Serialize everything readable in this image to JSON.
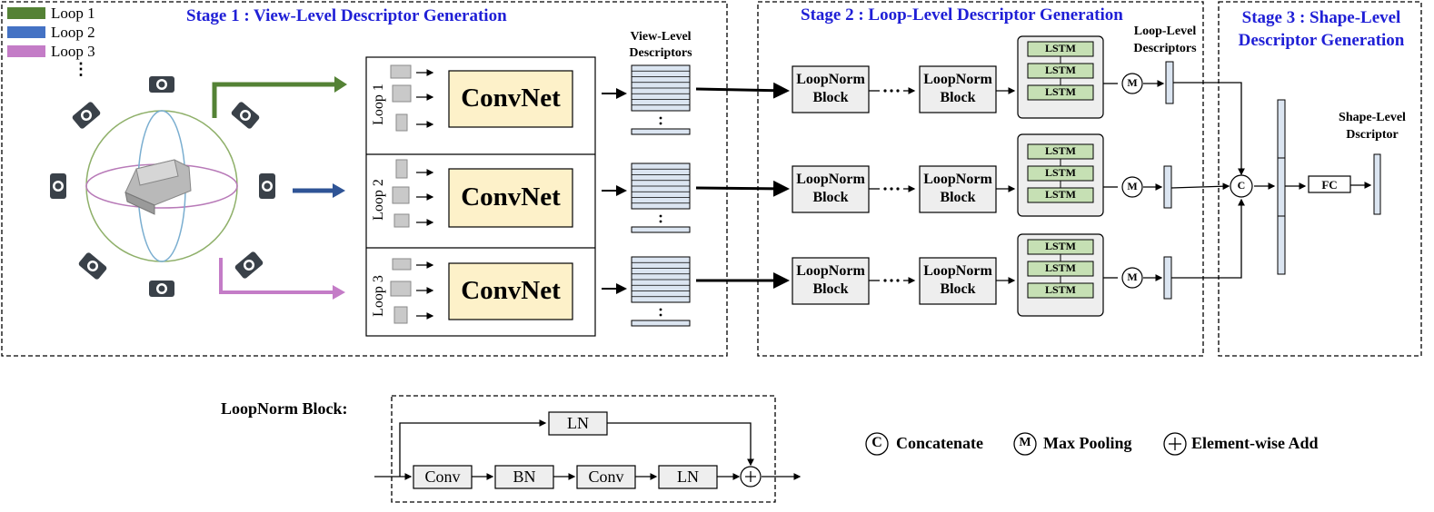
{
  "legend": [
    {
      "label": "Loop 1",
      "color": "#548235"
    },
    {
      "label": "Loop 2",
      "color": "#4472c4"
    },
    {
      "label": "Loop 3",
      "color": "#c47cc7"
    }
  ],
  "legend_dots": "⋮",
  "stages": {
    "stage1": "Stage 1 : View-Level Descriptor Generation",
    "stage2": "Stage 2 : Loop-Level Descriptor Generation",
    "stage3_line1": "Stage 3 : Shape-Level",
    "stage3_line2": "Descriptor Generation"
  },
  "loops": [
    "Loop 1",
    "Loop 2",
    "Loop 3"
  ],
  "convnet": "ConvNet",
  "view_level_line1": "View-Level",
  "view_level_line2": "Descriptors",
  "loopnorm_line1": "LoopNorm",
  "loopnorm_line2": "Block",
  "lstm": "LSTM",
  "m_symbol": "M",
  "c_symbol": "C",
  "loop_level_line1": "Loop-Level",
  "loop_level_line2": "Descriptors",
  "fc": "FC",
  "shape_level_line1": "Shape-Level",
  "shape_level_line2": "Dscriptor",
  "block_title": "LoopNorm Block:",
  "block": {
    "ln_top": "LN",
    "conv1": "Conv",
    "bn": "BN",
    "conv2": "Conv",
    "ln": "LN"
  },
  "key": {
    "c_label": "Concatenate",
    "m_label": "Max Pooling",
    "add_label": "Element-wise Add"
  },
  "colors": {
    "convnet_fill": "#fdf1c9",
    "lstm_fill": "#c6e0b4",
    "desc_fill": "#dbe5f1",
    "gray_fill": "#eeeeee",
    "title_blue": "#1f1fd6"
  }
}
